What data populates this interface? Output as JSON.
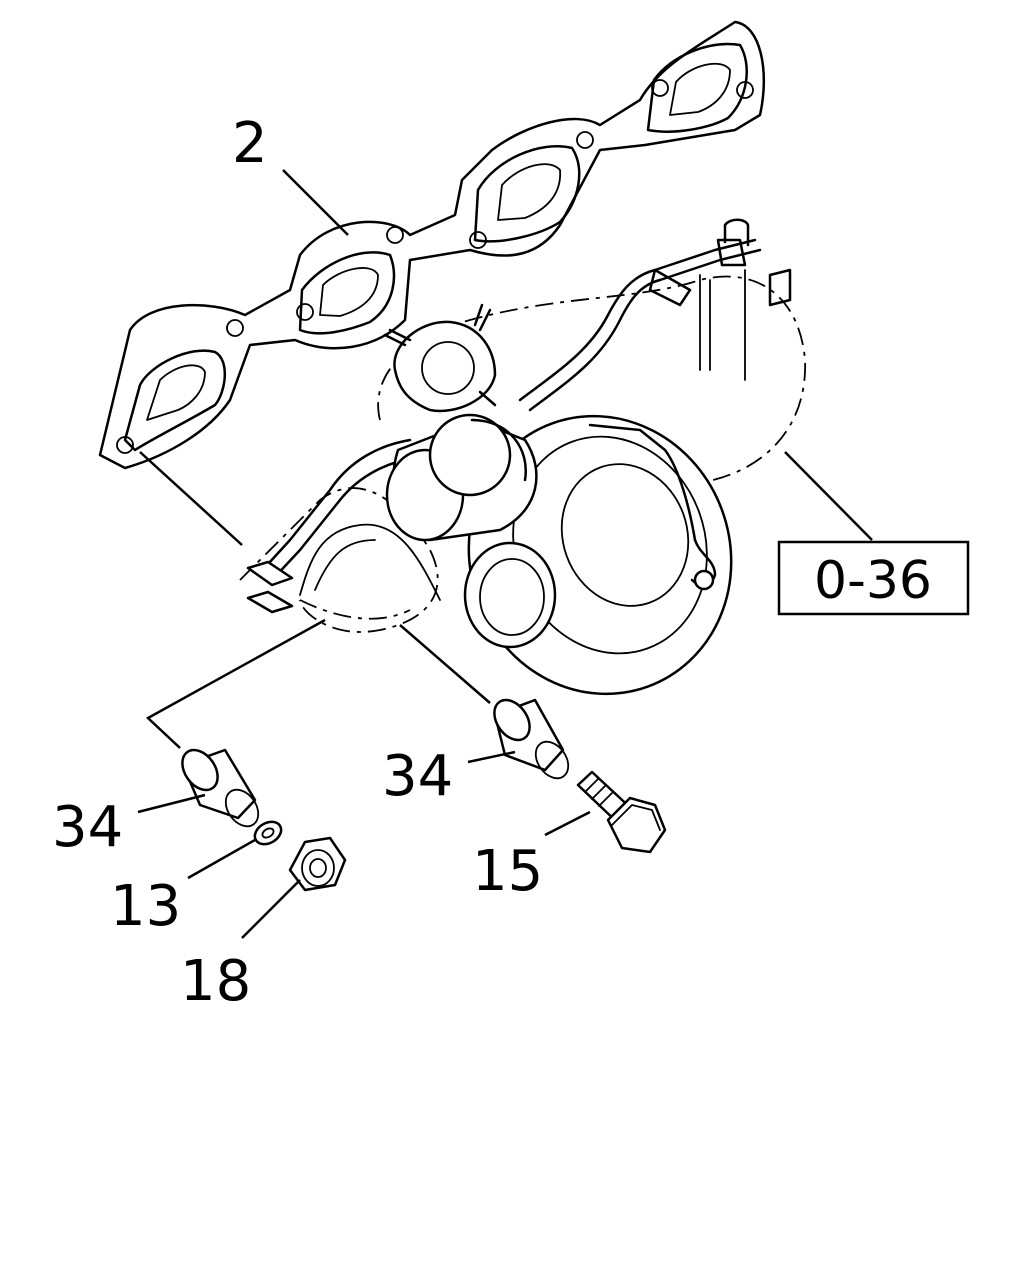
{
  "callouts": {
    "c2": "2",
    "c34_left": "34",
    "c34_right": "34",
    "c13": "13",
    "c18": "18",
    "c15": "15"
  },
  "reference": {
    "box_label": "0-36"
  }
}
